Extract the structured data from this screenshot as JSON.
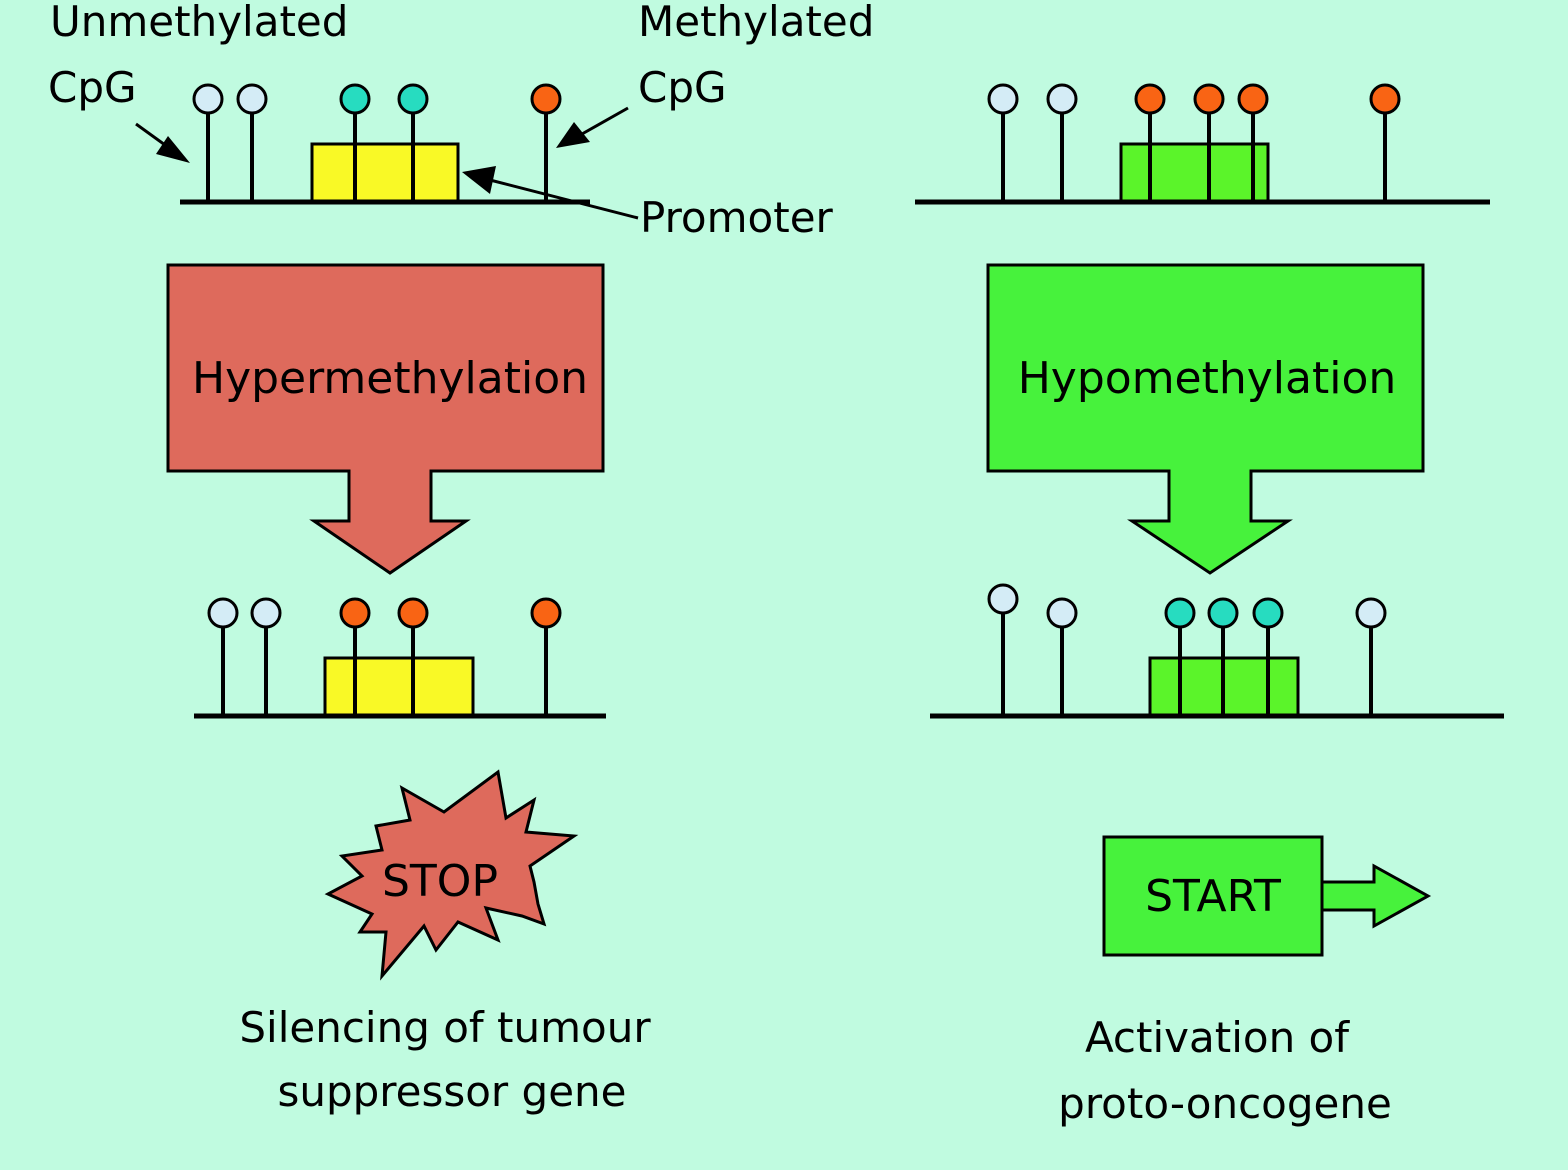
{
  "labels": {
    "unmethylated_line1": "Unmethylated",
    "unmethylated_line2": "CpG",
    "methylated_line1": "Methylated",
    "methylated_line2": "CpG",
    "promoter": "Promoter"
  },
  "left": {
    "process_label": "Hypermethylation",
    "result_symbol": "STOP",
    "result_line1": "Silencing of tumour",
    "result_line2": "suppressor gene"
  },
  "right": {
    "process_label": "Hypomethylation",
    "result_symbol": "START",
    "result_line1": "Activation of",
    "result_line2": "proto-oncogene"
  },
  "colors": {
    "background": "#c0fbe0",
    "unmethylated": "#d4ecf6",
    "methylated": "#f96414",
    "teal_cpg": "#27dcc0",
    "promoter_suppressor": "#f9f926",
    "promoter_oncogene": "#5bf42a",
    "hyper_arrow": "#de6a5c",
    "hypo_arrow": "#47f23c"
  }
}
